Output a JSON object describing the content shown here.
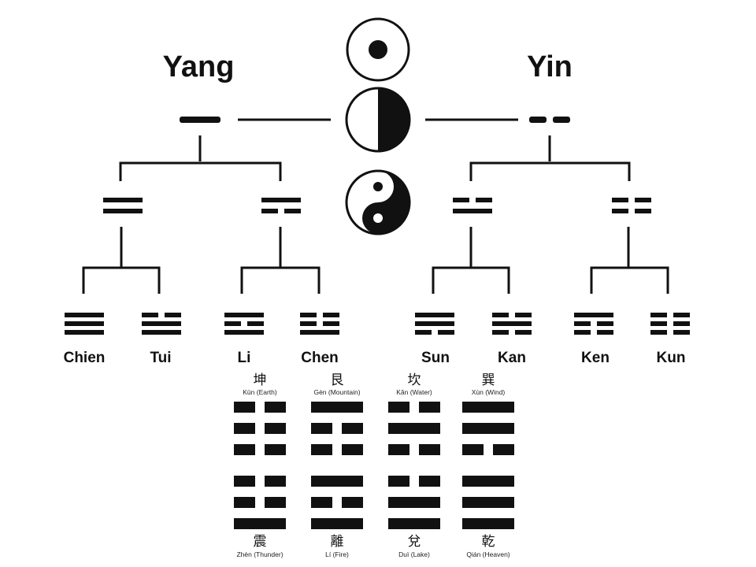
{
  "headings": {
    "yang": "Yang",
    "yin": "Yin"
  },
  "symbols": {
    "top_circle": "dot-circle-icon",
    "middle_circle": "half-black-circle-icon",
    "bottom_circle": "yin-yang-icon"
  },
  "trigram_tree": {
    "monograms": [
      {
        "key": "yang",
        "lines": [
          1
        ]
      },
      {
        "key": "yin",
        "lines": [
          0
        ]
      }
    ],
    "digrams": [
      {
        "key": "yang-yang",
        "lines": [
          1,
          1
        ]
      },
      {
        "key": "yang-yin",
        "lines": [
          1,
          0
        ]
      },
      {
        "key": "yin-yang",
        "lines": [
          0,
          1
        ]
      },
      {
        "key": "yin-yin",
        "lines": [
          0,
          0
        ]
      }
    ],
    "trigrams": [
      {
        "name": "Chien",
        "lines": [
          1,
          1,
          1
        ]
      },
      {
        "name": "Tui",
        "lines": [
          0,
          1,
          1
        ]
      },
      {
        "name": "Li",
        "lines": [
          1,
          0,
          1
        ]
      },
      {
        "name": "Chen",
        "lines": [
          0,
          0,
          1
        ]
      },
      {
        "name": "Sun",
        "lines": [
          1,
          1,
          0
        ]
      },
      {
        "name": "Kan",
        "lines": [
          0,
          1,
          0
        ]
      },
      {
        "name": "Ken",
        "lines": [
          1,
          0,
          0
        ]
      },
      {
        "name": "Kun",
        "lines": [
          0,
          0,
          0
        ]
      }
    ]
  },
  "trigram_table": {
    "top": [
      {
        "character": "坤",
        "caption": "Kūn (Earth)",
        "lines": [
          0,
          0,
          0
        ]
      },
      {
        "character": "艮",
        "caption": "Gèn (Mountain)",
        "lines": [
          1,
          0,
          0
        ]
      },
      {
        "character": "坎",
        "caption": "Kǎn (Water)",
        "lines": [
          0,
          1,
          0
        ]
      },
      {
        "character": "巽",
        "caption": "Xùn (Wind)",
        "lines": [
          1,
          1,
          0
        ]
      }
    ],
    "bottom": [
      {
        "character": "震",
        "caption": "Zhèn (Thunder)",
        "lines": [
          0,
          0,
          1
        ]
      },
      {
        "character": "離",
        "caption": "Lí (Fire)",
        "lines": [
          1,
          0,
          1
        ]
      },
      {
        "character": "兌",
        "caption": "Duì (Lake)",
        "lines": [
          0,
          1,
          1
        ]
      },
      {
        "character": "乾",
        "caption": "Qián (Heaven)",
        "lines": [
          1,
          1,
          1
        ]
      }
    ]
  },
  "colors": {
    "ink": "#111111",
    "background": "#ffffff"
  }
}
